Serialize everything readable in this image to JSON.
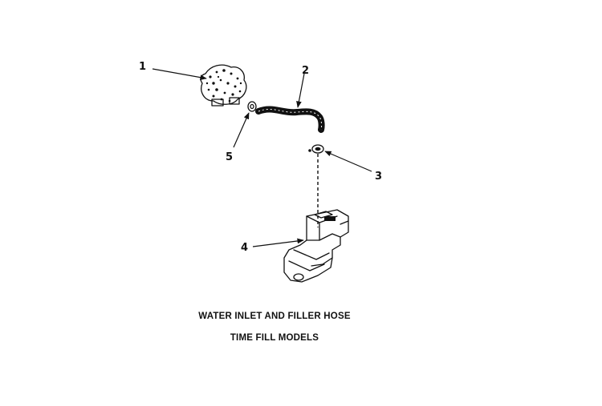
{
  "callouts": [
    {
      "id": "1",
      "label": "1"
    },
    {
      "id": "2",
      "label": "2"
    },
    {
      "id": "3",
      "label": "3"
    },
    {
      "id": "4",
      "label": "4"
    },
    {
      "id": "5",
      "label": "5"
    }
  ],
  "caption": {
    "line1": "WATER INLET AND FILLER HOSE",
    "line2": "TIME FILL MODELS"
  }
}
